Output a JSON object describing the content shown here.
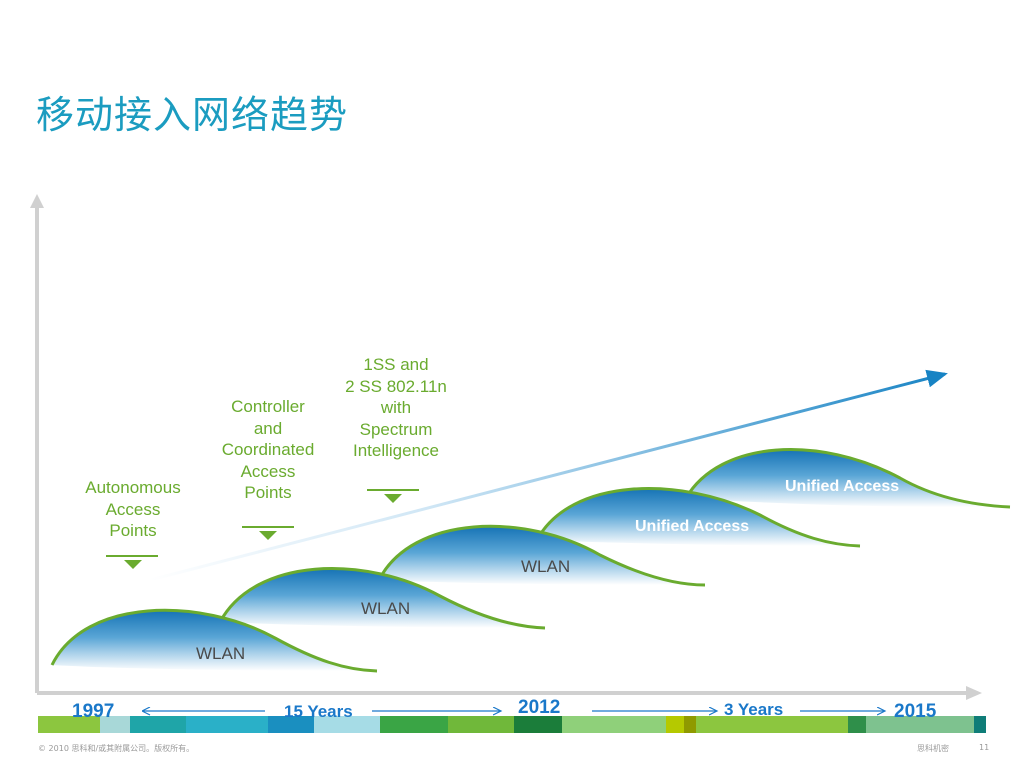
{
  "title": "移动接入网络趋势",
  "annotations": {
    "autonomous": "Autonomous\nAccess\nPoints",
    "controller": "Controller\nand\nCoordinated\nAccess\nPoints",
    "spectrum": "1SS and\n2 SS 802.11n\nwith\nSpectrum\nIntelligence"
  },
  "curves": {
    "c1": "WLAN",
    "c2": "WLAN",
    "c3": "WLAN",
    "c4": "Unified Access",
    "c5": "Unified Access"
  },
  "timeline": {
    "y1997": "1997",
    "y2012": "2012",
    "y2015": "2015",
    "span1": "15 Years",
    "span2": "3 Years"
  },
  "footer": {
    "copyright": "© 2010 思科和/或其附属公司。版权所有。",
    "confidential": "思科机密",
    "page": "11"
  },
  "colors": {
    "title": "#1b9cc0",
    "annotation": "#6aab2f",
    "timeline": "#1a78c9",
    "curve_outline": "#6aab2f",
    "curve_fill_top": "#1a78c0"
  }
}
